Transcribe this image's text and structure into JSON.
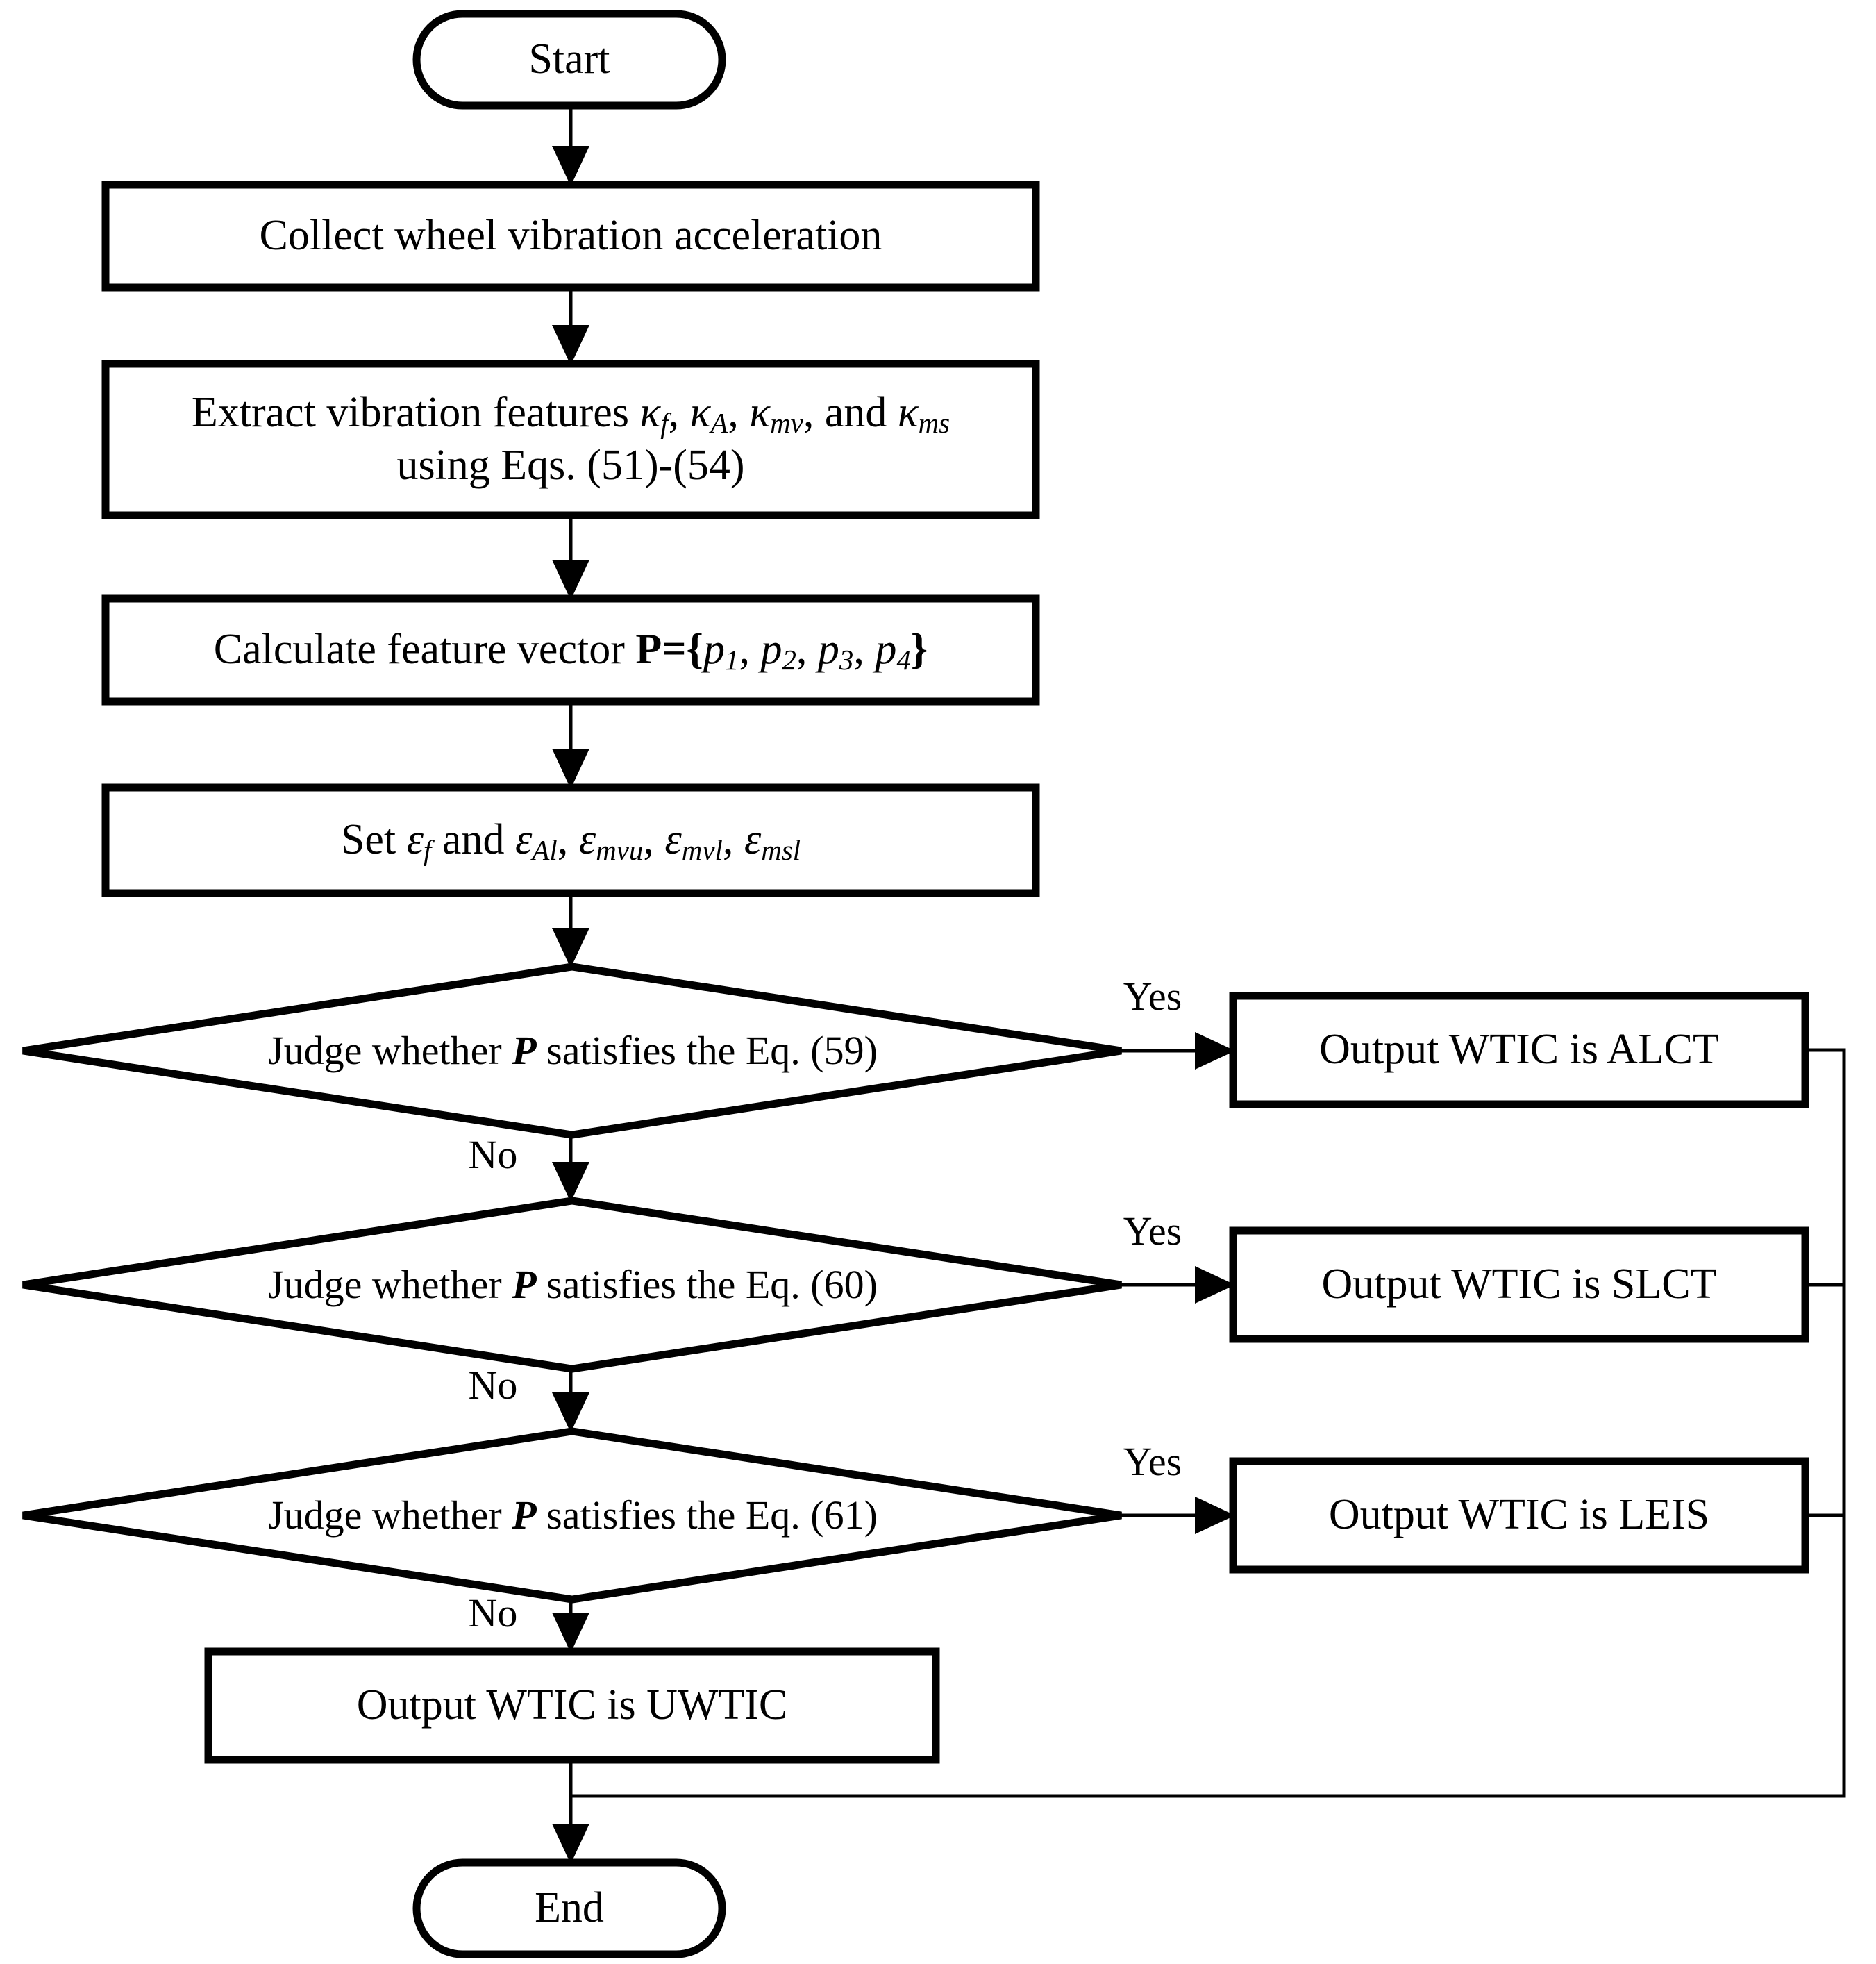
{
  "diagram": {
    "title": "WTIC identification flowchart",
    "colors": {
      "stroke": "#000000",
      "fill": "#ffffff",
      "text": "#000000"
    },
    "nodes": {
      "start": {
        "type": "terminator",
        "label": "Start"
      },
      "collect": {
        "type": "process",
        "label": "Collect wheel vibration acceleration"
      },
      "extract_line1_pre": {
        "type": "process",
        "label": "Extract vibration features "
      },
      "extract_line1_k1": {
        "label": "κ"
      },
      "extract_line1_k1sub": {
        "label": "f"
      },
      "extract_line1_sep1": {
        "label": ", "
      },
      "extract_line1_k2": {
        "label": "κ"
      },
      "extract_line1_k2sub": {
        "label": "A"
      },
      "extract_line1_sep2": {
        "label": ", "
      },
      "extract_line1_k3": {
        "label": "κ"
      },
      "extract_line1_k3sub": {
        "label": "mv"
      },
      "extract_line1_and": {
        "label": ", and "
      },
      "extract_line1_k4": {
        "label": "κ"
      },
      "extract_line1_k4sub": {
        "label": "ms"
      },
      "extract_line2": {
        "label": "using Eqs. (51)-(54)"
      },
      "vector_pre": {
        "label": "Calculate feature vector "
      },
      "vector_P": {
        "label": "P"
      },
      "vector_eq": {
        "label": "={"
      },
      "vector_p1": {
        "label": "p"
      },
      "vector_p1sub": {
        "label": "1"
      },
      "vector_s1": {
        "label": ", "
      },
      "vector_p2": {
        "label": "p"
      },
      "vector_p2sub": {
        "label": "2"
      },
      "vector_s2": {
        "label": ", "
      },
      "vector_p3": {
        "label": "p"
      },
      "vector_p3sub": {
        "label": "3"
      },
      "vector_s3": {
        "label": ", "
      },
      "vector_p4": {
        "label": "p"
      },
      "vector_p4sub": {
        "label": "4"
      },
      "vector_close": {
        "label": "}"
      },
      "set_pre": {
        "label": "Set "
      },
      "set_e0": {
        "label": "ε"
      },
      "set_e0sub": {
        "label": "f"
      },
      "set_and": {
        "label": " and "
      },
      "set_e1": {
        "label": "ε"
      },
      "set_e1sub": {
        "label": "Al"
      },
      "set_s1": {
        "label": ", "
      },
      "set_e2": {
        "label": "ε"
      },
      "set_e2sub": {
        "label": "mvu"
      },
      "set_s2": {
        "label": ", "
      },
      "set_e3": {
        "label": "ε"
      },
      "set_e3sub": {
        "label": "mvl"
      },
      "set_s3": {
        "label": ", "
      },
      "set_e4": {
        "label": "ε"
      },
      "set_e4sub": {
        "label": "msl"
      },
      "decision1_pre": {
        "label": "Judge whether "
      },
      "decision1_P": {
        "label": "P"
      },
      "decision1_post": {
        "label": " satisfies the Eq. (59)"
      },
      "decision2_pre": {
        "label": "Judge whether "
      },
      "decision2_P": {
        "label": "P"
      },
      "decision2_post": {
        "label": " satisfies the Eq. (60)"
      },
      "decision3_pre": {
        "label": "Judge whether "
      },
      "decision3_P": {
        "label": "P"
      },
      "decision3_post": {
        "label": " satisfies the Eq. (61)"
      },
      "out_alct": {
        "type": "process",
        "label": "Output WTIC is ALCT"
      },
      "out_slct": {
        "type": "process",
        "label": "Output WTIC is SLCT"
      },
      "out_leis": {
        "type": "process",
        "label": "Output WTIC is LEIS"
      },
      "out_uwtic": {
        "type": "process",
        "label": "Output WTIC is UWTIC"
      },
      "end": {
        "type": "terminator",
        "label": "End"
      }
    },
    "edge_labels": {
      "yes1": "Yes",
      "yes2": "Yes",
      "yes3": "Yes",
      "no1": "No",
      "no2": "No",
      "no3": "No"
    }
  }
}
